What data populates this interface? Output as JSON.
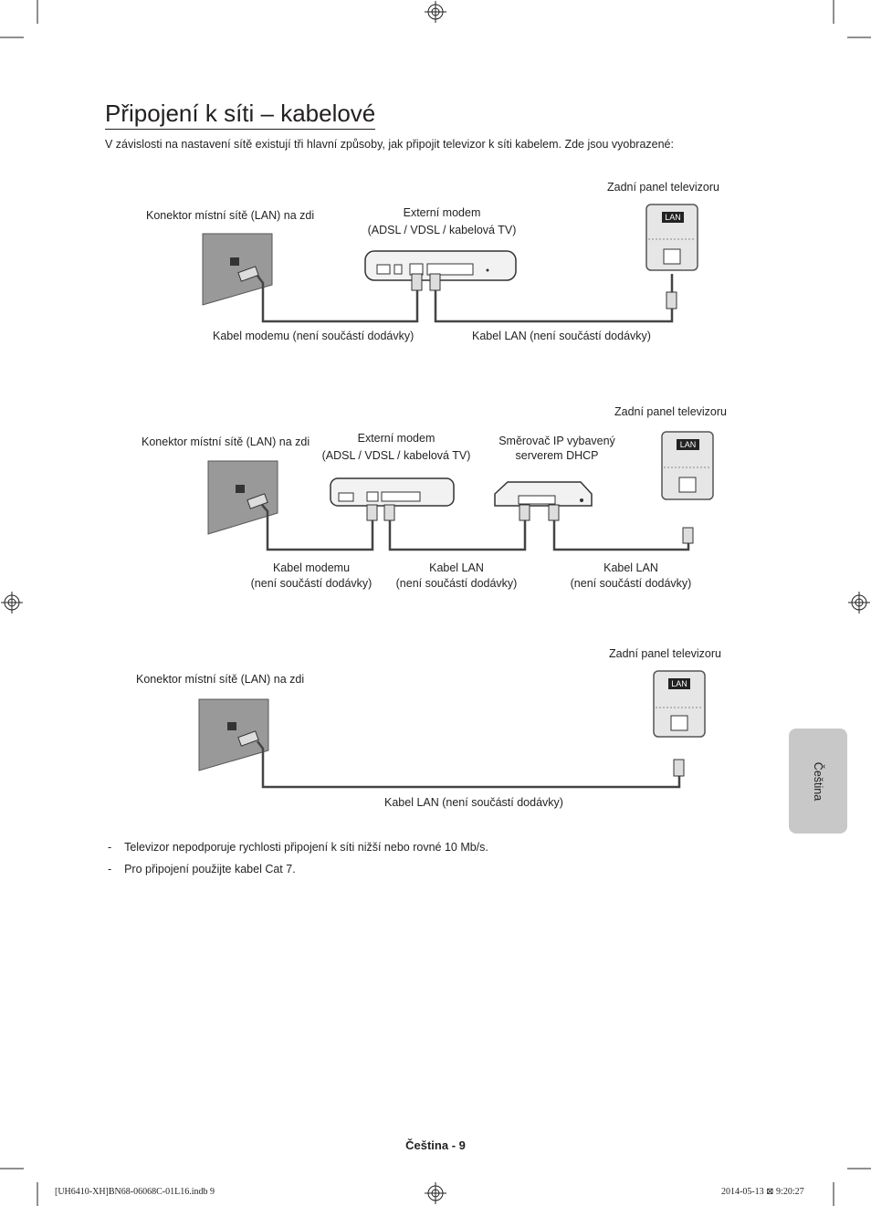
{
  "title": "Připojení k síti – kabelové",
  "intro": "V závislosti na nastavení sítě existují tři hlavní způsoby, jak připojit televizor k síti kabelem. Zde jsou vyobrazené:",
  "diagram1": {
    "tv_label": "Zadní panel televizoru",
    "wall_label": "Konektor místní sítě (LAN) na zdi",
    "modem_label_1": "Externí modem",
    "modem_label_2": "(ADSL / VDSL / kabelová TV)",
    "cable_modem": "Kabel modemu (není součástí dodávky)",
    "cable_lan": "Kabel LAN (není součástí dodávky)",
    "lan_badge": "LAN"
  },
  "diagram2": {
    "tv_label": "Zadní panel televizoru",
    "wall_label": "Konektor místní sítě (LAN) na zdi",
    "modem_label_1": "Externí modem",
    "modem_label_2": "(ADSL / VDSL / kabelová TV)",
    "router_label_1": "Směrovač IP vybavený",
    "router_label_2": "serverem DHCP",
    "cable_modem_1": "Kabel modemu",
    "cable_modem_2": "(není součástí dodávky)",
    "cable_lan_a_1": "Kabel LAN",
    "cable_lan_a_2": "(není součástí dodávky)",
    "cable_lan_b_1": "Kabel LAN",
    "cable_lan_b_2": "(není součástí dodávky)",
    "lan_badge": "LAN"
  },
  "diagram3": {
    "tv_label": "Zadní panel televizoru",
    "wall_label": "Konektor místní sítě (LAN) na zdi",
    "cable_lan": "Kabel LAN (není součástí dodávky)",
    "lan_badge": "LAN"
  },
  "notes": [
    "Televizor nepodporuje rychlosti připojení k síti nižší nebo rovné 10 Mb/s.",
    "Pro připojení použijte kabel Cat 7."
  ],
  "side_tab": "Čeština",
  "footer": "Čeština - 9",
  "print_left": "[UH6410-XH]BN68-06068C-01L16.indb   9",
  "print_right": "2014-05-13   ⊠ 9:20:27"
}
